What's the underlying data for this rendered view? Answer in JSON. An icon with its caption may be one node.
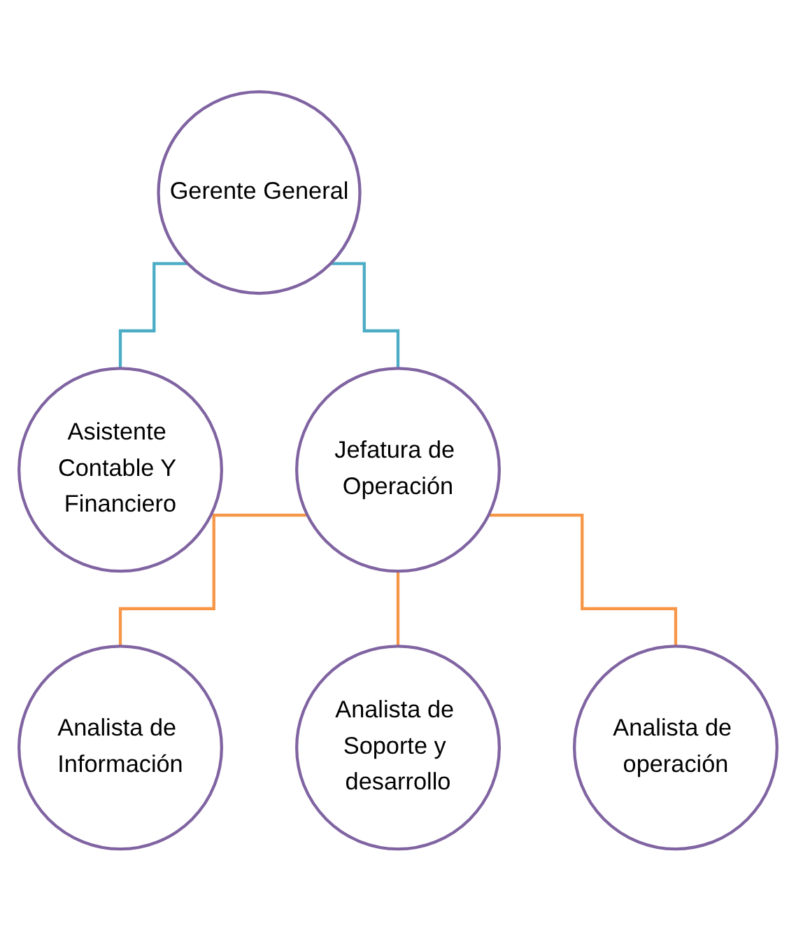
{
  "diagram": {
    "nodes": [
      {
        "text": [
          "Gerente General"
        ]
      },
      {
        "text": [
          "Asistente Contable Y Financiero"
        ]
      },
      {
        "text": [
          "Jefatura de Operación"
        ]
      },
      {
        "text": [
          "Analista de Información"
        ]
      },
      {
        "text": [
          "Analista de Soporte y desarrollo"
        ]
      },
      {
        "text": [
          "Analista de operación"
        ]
      }
    ],
    "edges": [
      {
        "from": 0,
        "to": 1,
        "arrow": "none",
        "color": "#4bacc6"
      },
      {
        "from": 0,
        "to": 2,
        "arrow": "none",
        "color": "#4bacc6"
      },
      {
        "from": 2,
        "to": 3,
        "arrow": "none"
      },
      {
        "from": 2,
        "to": 4,
        "arrow": "none"
      },
      {
        "from": 2,
        "to": 5,
        "arrow": "none"
      }
    ]
  }
}
